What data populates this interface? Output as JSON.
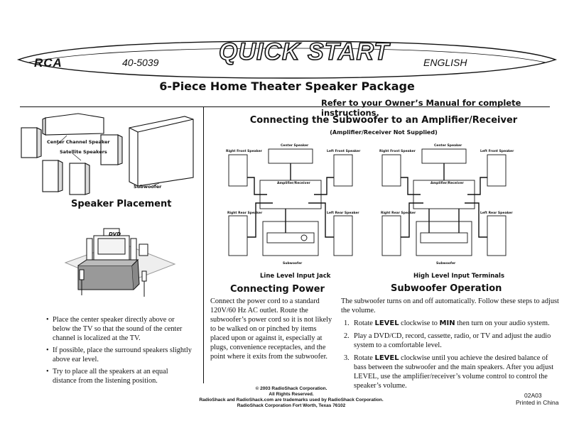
{
  "header": {
    "brand": "RCA",
    "model": "40-5039",
    "quick_start": "QUICK START",
    "language": "ENGLISH"
  },
  "title": "6-Piece Home Theater Speaker Package",
  "refer_note": "Refer to your Owner’s Manual for complete instructions.",
  "left": {
    "labels": {
      "center": "Center Channel Speaker",
      "satellite": "Satellite Speakers",
      "subwoofer": "Subwoofer",
      "tv_badge": "DVD"
    },
    "placement_heading": "Speaker Placement",
    "bullets": [
      "Place the center speaker directly above or below the TV so that the sound of the center channel is localized at the TV.",
      "If possible, place the surround speakers slightly above ear level.",
      "Try to place all the speakers at an equal distance from the listening position."
    ]
  },
  "connecting_sub": {
    "heading": "Connecting the Subwoofer to an Amplifier/Receiver",
    "subheading": "(Amplifier/Receiver Not Supplied)",
    "diagram_labels": {
      "right_front": "Right Front Speaker",
      "left_front": "Left Front Speaker",
      "center": "Center Speaker",
      "amplifier": "Amplifier/Receiver",
      "right_rear": "Right Rear Speaker",
      "left_rear": "Left Rear Speaker",
      "subwoofer": "Subwoofer"
    },
    "captions": [
      "Line Level Input Jack",
      "High Level Input Terminals"
    ]
  },
  "connecting_power": {
    "heading": "Connecting Power",
    "text": "Connect the power cord to a standard 120V/60 Hz AC outlet. Route the subwoofer’s power cord so it is not likely to be walked on or pinched by items placed upon or against it, especially at plugs, convenience receptacles, and the point where it exits from the subwoofer."
  },
  "operation": {
    "heading": "Subwoofer Operation",
    "intro": "The subwoofer turns on and off automatically. Follow these steps to adjust the volume.",
    "steps": [
      {
        "n": "1.",
        "a": "Rotate ",
        "k1": "LEVEL",
        "b": " clockwise to ",
        "k2": "MIN",
        "c": " then turn on your audio system."
      },
      {
        "n": "2.",
        "a": "Play a DVD/CD, record, cassette, radio, or TV and adjust the audio system to a comfortable level."
      },
      {
        "n": "3.",
        "a": "Rotate ",
        "k1": "LEVEL",
        "b": " clockwise until you achieve the desired balance of bass between the subwoofer and the main speakers. After you adjust LEVEL, use the amplifier/receiver’s volume control to control the speaker’s volume."
      }
    ]
  },
  "footer": {
    "lines": [
      "© 2003 RadioShack Corporation.",
      "All Rights Reserved.",
      "RadioShack and RadioShack.com are trademarks used by RadioShack Corporation.",
      "RadioShack Corporation Fort Worth, Texas 76102"
    ],
    "code": "02A03",
    "printed": "Printed in China"
  }
}
